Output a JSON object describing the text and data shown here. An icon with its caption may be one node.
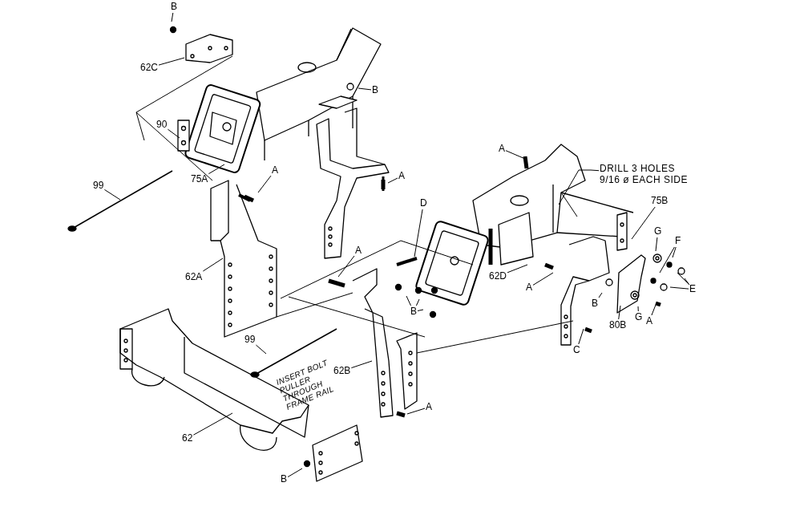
{
  "diagram": {
    "nodes": [
      {
        "text": [
          "B"
        ]
      },
      {
        "text": [
          "62C"
        ]
      },
      {
        "text": [
          "B"
        ]
      },
      {
        "text": [
          "90"
        ]
      },
      {
        "text": [
          "99"
        ]
      },
      {
        "text": [
          "A"
        ]
      },
      {
        "text": [
          "75A"
        ]
      },
      {
        "text": [
          "A"
        ]
      },
      {
        "text": [
          "62A"
        ]
      },
      {
        "text": [
          "A"
        ]
      },
      {
        "text": [
          "DRILL 3 HOLES 9/16 ø EACH SIDE"
        ]
      },
      {
        "text": [
          "A"
        ]
      },
      {
        "text": [
          "75B"
        ]
      },
      {
        "text": [
          "D"
        ]
      },
      {
        "text": [
          "G"
        ]
      },
      {
        "text": [
          "F"
        ]
      },
      {
        "text": [
          "62D"
        ]
      },
      {
        "text": [
          "A"
        ]
      },
      {
        "text": [
          "B"
        ]
      },
      {
        "text": [
          "E"
        ]
      },
      {
        "text": [
          "B"
        ]
      },
      {
        "text": [
          "80B"
        ]
      },
      {
        "text": [
          "G"
        ]
      },
      {
        "text": [
          "A"
        ]
      },
      {
        "text": [
          "C"
        ]
      },
      {
        "text": [
          "99"
        ]
      },
      {
        "text": [
          "62B"
        ]
      },
      {
        "text": [
          "A"
        ]
      },
      {
        "text": [
          "62"
        ]
      },
      {
        "text": [
          "B"
        ]
      }
    ],
    "edges": [
      {
        "from": 0,
        "to": null,
        "arrow": "none"
      },
      {
        "from": 1,
        "to": null,
        "arrow": "none"
      },
      {
        "from": 2,
        "to": null,
        "arrow": "none"
      },
      {
        "from": 3,
        "to": null,
        "arrow": "none"
      },
      {
        "from": 4,
        "to": null,
        "arrow": "none"
      },
      {
        "from": 5,
        "to": null,
        "arrow": "none"
      },
      {
        "from": 6,
        "to": null,
        "arrow": "none"
      },
      {
        "from": 7,
        "to": null,
        "arrow": "none"
      },
      {
        "from": 8,
        "to": null,
        "arrow": "none"
      },
      {
        "from": 9,
        "to": null,
        "arrow": "none"
      },
      {
        "from": 10,
        "to": null,
        "arrow": "none"
      },
      {
        "from": 11,
        "to": null,
        "arrow": "none"
      },
      {
        "from": 12,
        "to": null,
        "arrow": "none"
      },
      {
        "from": 13,
        "to": null,
        "arrow": "none"
      },
      {
        "from": 14,
        "to": null,
        "arrow": "none"
      },
      {
        "from": 15,
        "to": null,
        "arrow": "none"
      },
      {
        "from": 15,
        "to": null,
        "arrow": "none"
      },
      {
        "from": 16,
        "to": null,
        "arrow": "none"
      },
      {
        "from": 17,
        "to": null,
        "arrow": "none"
      },
      {
        "from": 18,
        "to": null,
        "arrow": "none"
      },
      {
        "from": 19,
        "to": null,
        "arrow": "none"
      },
      {
        "from": 19,
        "to": null,
        "arrow": "none"
      },
      {
        "from": 20,
        "to": null,
        "arrow": "none"
      },
      {
        "from": 20,
        "to": null,
        "arrow": "none"
      },
      {
        "from": 20,
        "to": null,
        "arrow": "none"
      },
      {
        "from": 21,
        "to": null,
        "arrow": "none"
      },
      {
        "from": 22,
        "to": null,
        "arrow": "none"
      },
      {
        "from": 23,
        "to": null,
        "arrow": "none"
      },
      {
        "from": 24,
        "to": null,
        "arrow": "none"
      },
      {
        "from": 25,
        "to": null,
        "arrow": "none"
      },
      {
        "from": 26,
        "to": null,
        "arrow": "none"
      },
      {
        "from": 27,
        "to": null,
        "arrow": "none"
      },
      {
        "from": 28,
        "to": null,
        "arrow": "none"
      },
      {
        "from": 29,
        "to": null,
        "arrow": "none"
      }
    ],
    "labels": [
      "INSERT BOLT PULLER THROUGH FRAME RAIL"
    ]
  }
}
